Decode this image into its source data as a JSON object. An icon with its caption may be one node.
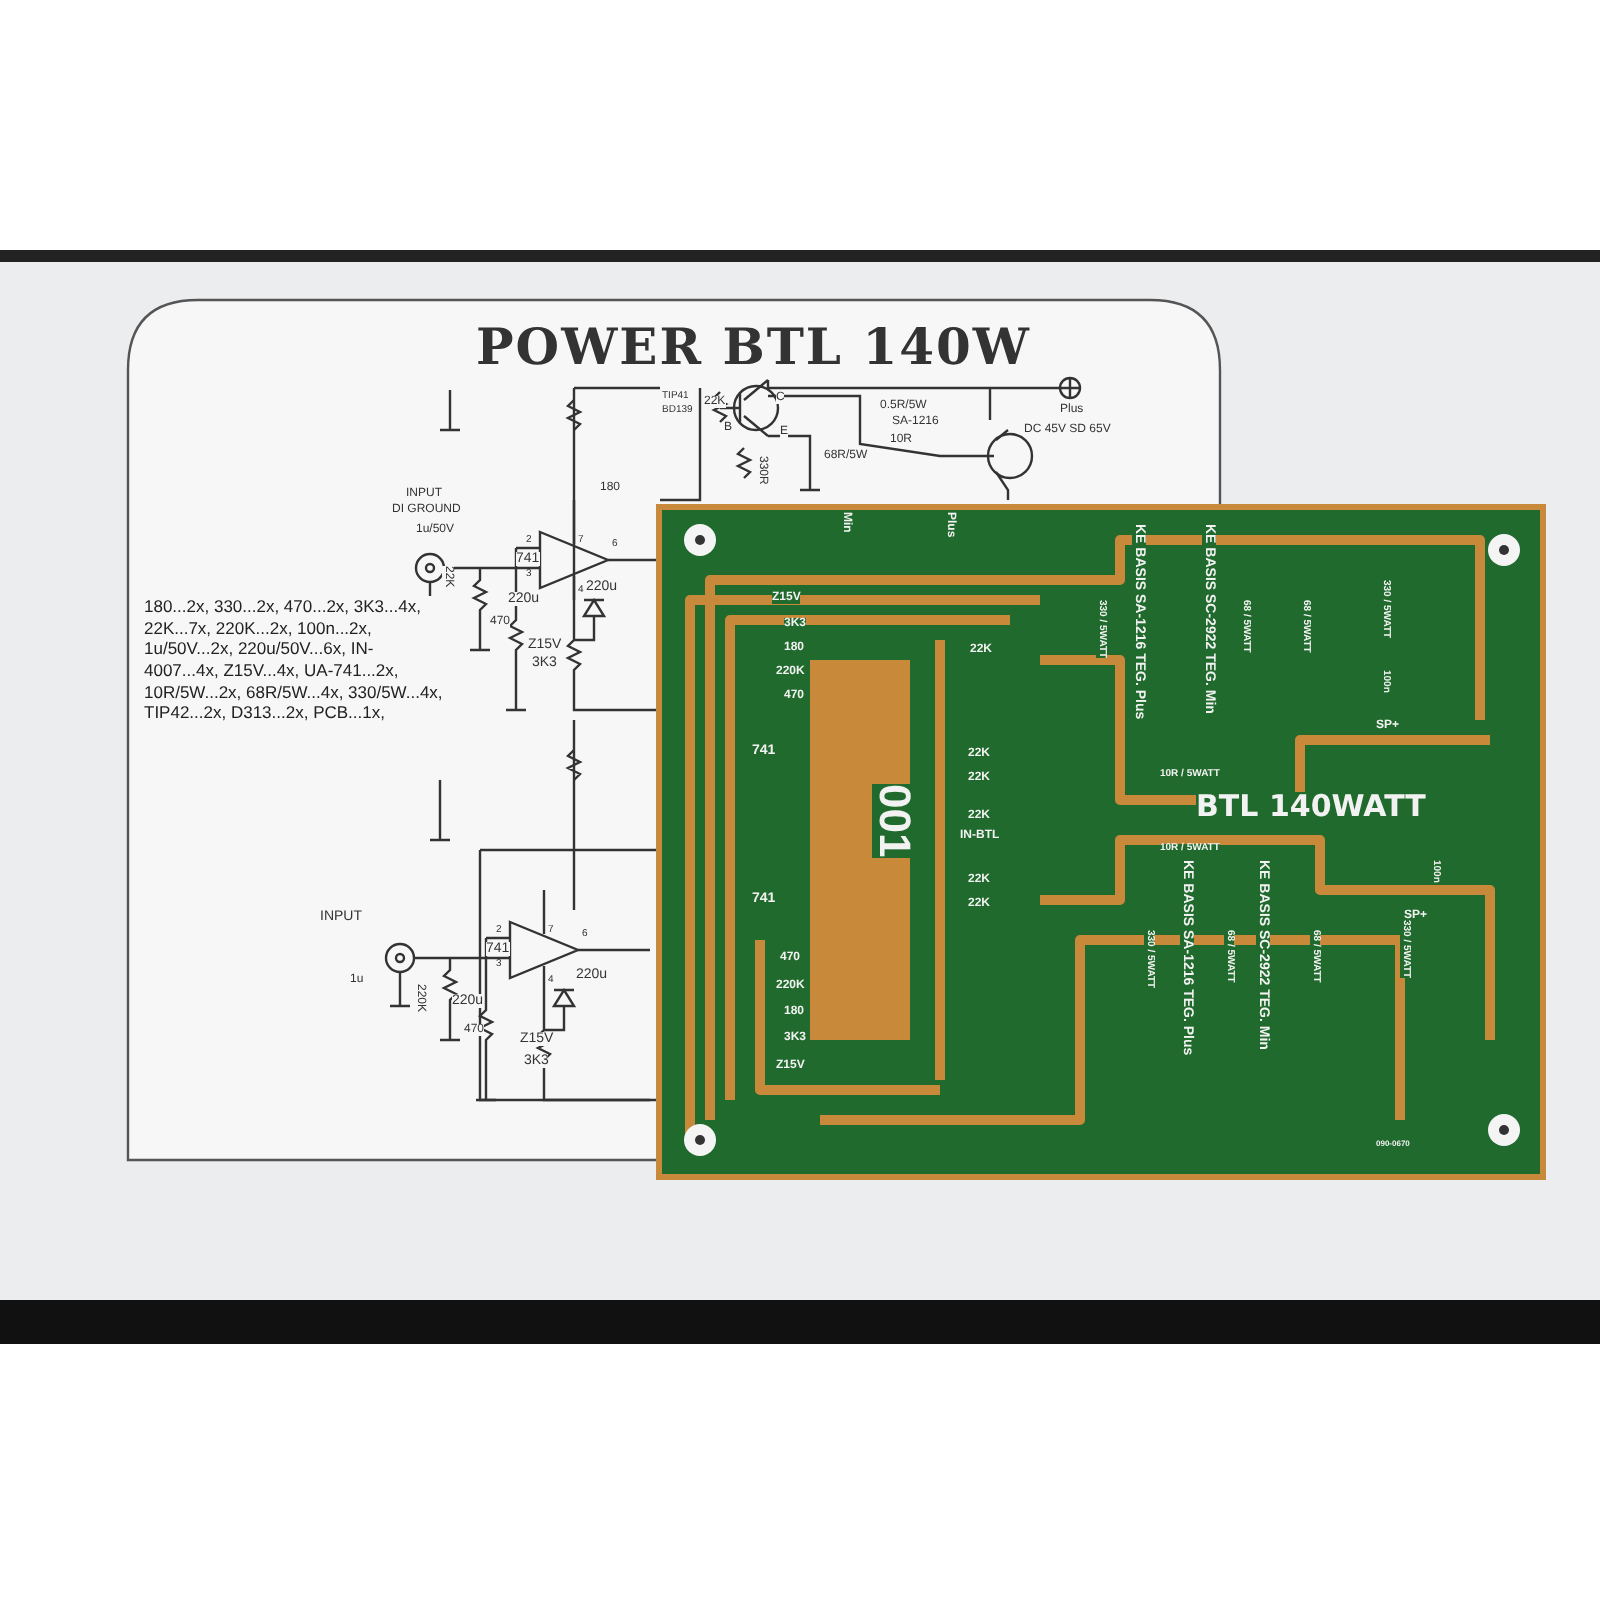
{
  "diagram": {
    "title": "POWER BTL 140W",
    "labels": [
      "TIP41",
      "BD139",
      "22K",
      "C",
      "B",
      "E",
      "330R",
      "68R/5W",
      "0.5R/5W",
      "SA-1216",
      "10R",
      "Plus",
      "DC 45V SD 65V",
      "180",
      "INPUT",
      "DI GROUND",
      "1u/50V",
      "22K",
      "741",
      "2",
      "3",
      "6",
      "7",
      "4",
      "220u",
      "470",
      "Z15V",
      "3K3",
      "220u",
      "180...2x, 330...2x, 470...2x, 3K3...4x, 22K...7x, 220K...2x, 100n...2x, 1u/50V...2x, 220u/50V...6x, IN-4007...4x, Z15V...4x, UA-741...2x, 10R/5W...2x, 68R/5W...4x, 330/5W...4x, TIP42...2x, D313...2x, PCB...1x,",
      "INPUT",
      "1u",
      "220K",
      "741",
      "2",
      "3",
      "6",
      "7",
      "4",
      "220u",
      "470",
      "Z15V",
      "3K3",
      "220u",
      "Min",
      "Plus",
      "Z15V",
      "3K3",
      "180",
      "220K",
      "470",
      "741",
      "22K",
      "22K",
      "22K",
      "22K",
      "IN-BTL",
      "22K",
      "22K",
      "001",
      "741",
      "470",
      "220K",
      "180",
      "3K3",
      "Z15V",
      "KE BASIS SA-1216 TEG. Plus",
      "KE BASIS SC-2922 TEG. Min",
      "330 / 5WATT",
      "68 / 5WATT",
      "68 / 5WATT",
      "330 / 5WATT",
      "10R / 5WATT",
      "100n",
      "SP+",
      "BTL 140WATT",
      "10R / 5WATT",
      "100n",
      "SP+",
      "330 / 5WATT",
      "KE BASIS SA-1216 TEG. Plus",
      "68 / 5WATT",
      "KE BASIS SC-2922 TEG. Min",
      "68 / 5WATT",
      "330 / 5WATT",
      "090-0670"
    ]
  }
}
